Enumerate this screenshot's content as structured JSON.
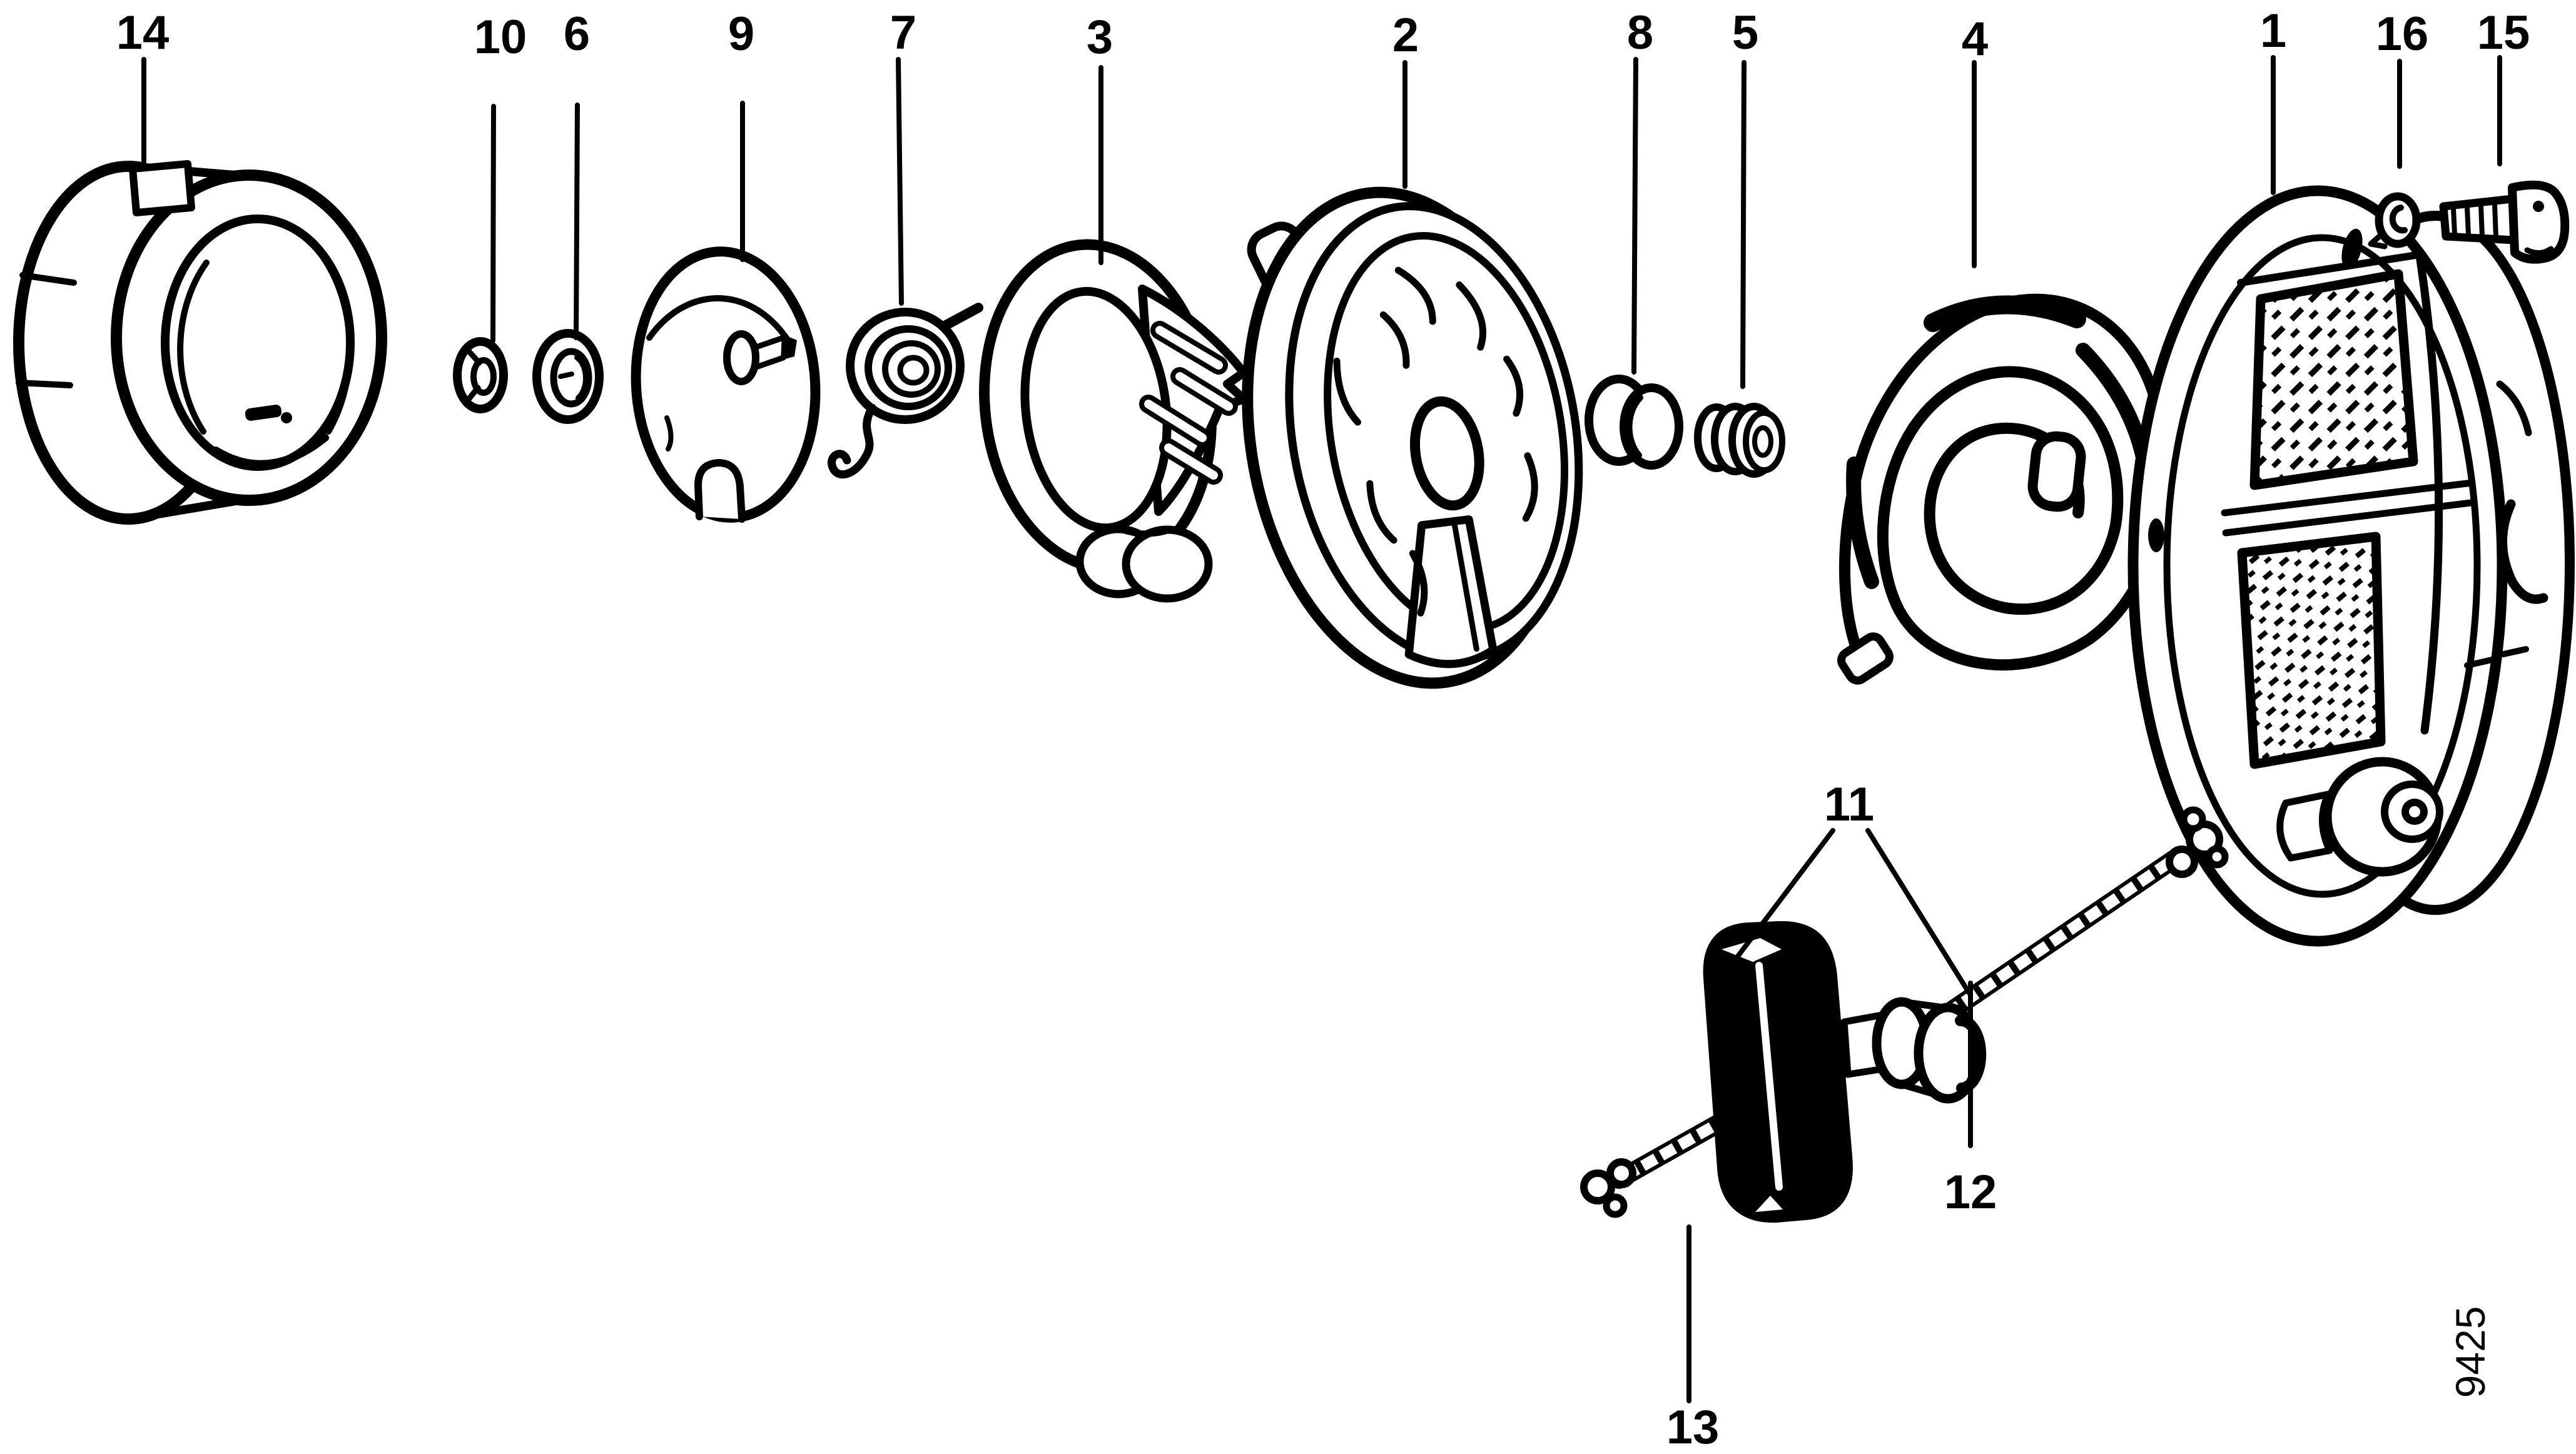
{
  "figure_code": "9425",
  "colors": {
    "ink": "#000000",
    "paper": "#ffffff"
  },
  "callouts": {
    "p1": "1",
    "p2": "2",
    "p3": "3",
    "p4": "4",
    "p5": "5",
    "p6": "6",
    "p7": "7",
    "p8": "8",
    "p9": "9",
    "p10": "10",
    "p11": "11",
    "p12": "12",
    "p13": "13",
    "p14": "14",
    "p15": "15",
    "p16": "16"
  }
}
